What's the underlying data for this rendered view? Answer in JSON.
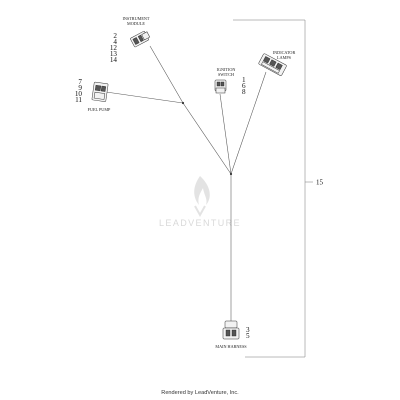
{
  "components": {
    "instrument_module": {
      "label_line1": "INSTRUMENT",
      "label_line2": "MODULE",
      "callouts": [
        "2",
        "4",
        "12",
        "13",
        "14"
      ]
    },
    "fuel_pump": {
      "label": "FUEL PUMP",
      "callouts": [
        "7",
        "9",
        "10",
        "11"
      ]
    },
    "ignition_switch": {
      "label_line1": "IGNITION",
      "label_line2": "SWITCH",
      "callouts": [
        "1",
        "6",
        "8"
      ]
    },
    "indicator_lamps": {
      "label_line1": "INDICATOR",
      "label_line2": "LAMPS"
    },
    "main_harness": {
      "label": "MAIN HARNESS",
      "callouts": [
        "3",
        "5"
      ]
    }
  },
  "assembly_callout": "15",
  "watermark": "LEADVENTURE",
  "footer": "Rendered by LeadVenture, Inc."
}
